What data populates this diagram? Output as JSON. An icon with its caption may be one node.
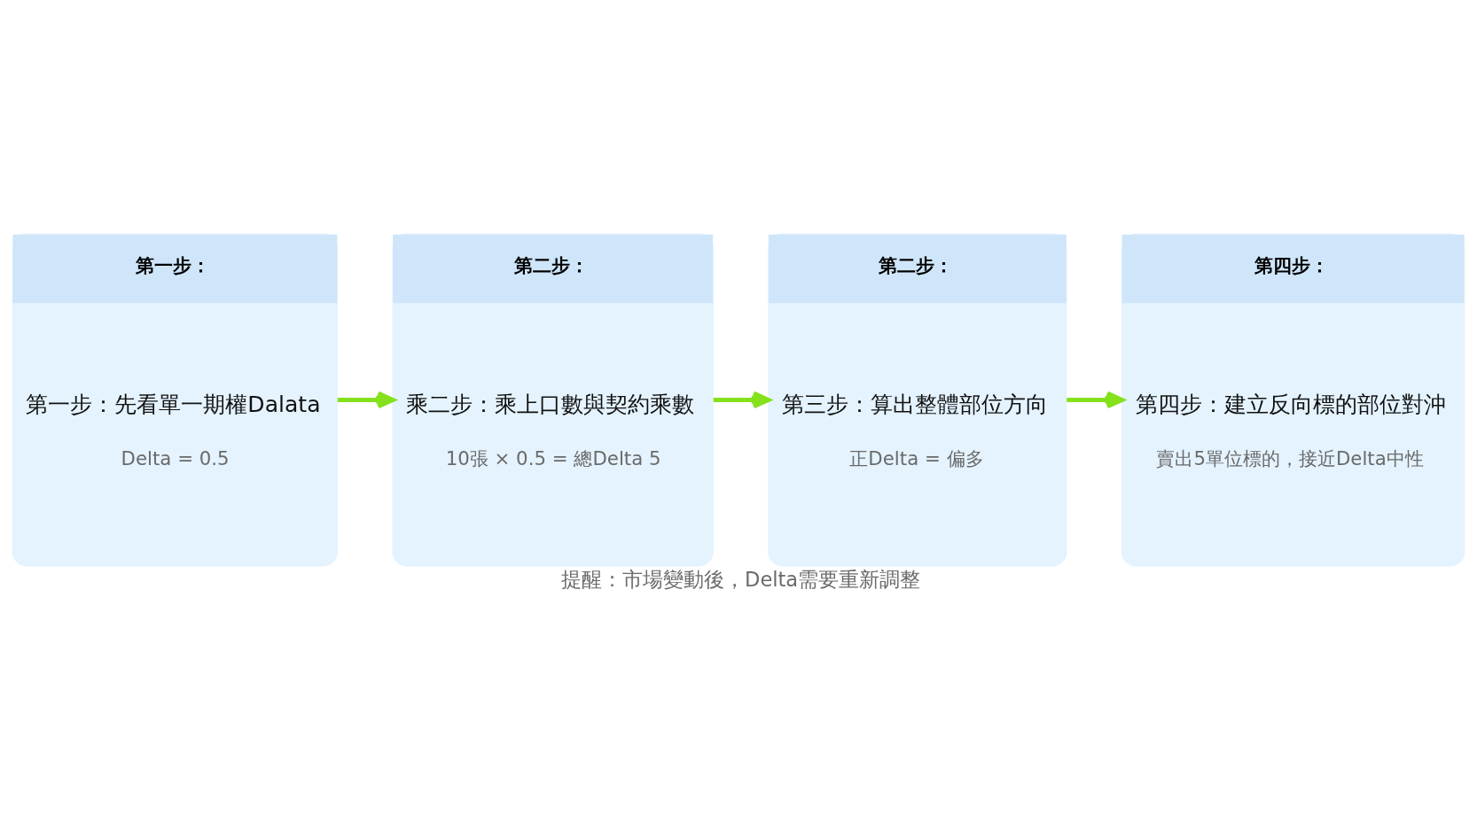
{
  "diagram": {
    "nodes": [
      {
        "text": [
          "第一步：",
          "第一步：先看單一期權Dalata",
          "Delta = 0.5"
        ]
      },
      {
        "text": [
          "第二步：",
          "乘二步：乘上口數與契約乘數",
          "10張 × 0.5 = 總Delta 5"
        ]
      },
      {
        "text": [
          "第二步：",
          "第三步：算出整體部位方向",
          "正Delta = 偏多"
        ]
      },
      {
        "text": [
          "第四步：",
          "第四步：建立反向標的部位對沖",
          "賣出5單位標的，接近Delta中性"
        ]
      }
    ],
    "edges": [
      {
        "from": 0,
        "to": 1,
        "arrow": "to"
      },
      {
        "from": 1,
        "to": 2,
        "arrow": "to"
      },
      {
        "from": 2,
        "to": 3,
        "arrow": "to"
      }
    ],
    "caption": "提醒：市場變動後，Delta需要重新調整"
  }
}
